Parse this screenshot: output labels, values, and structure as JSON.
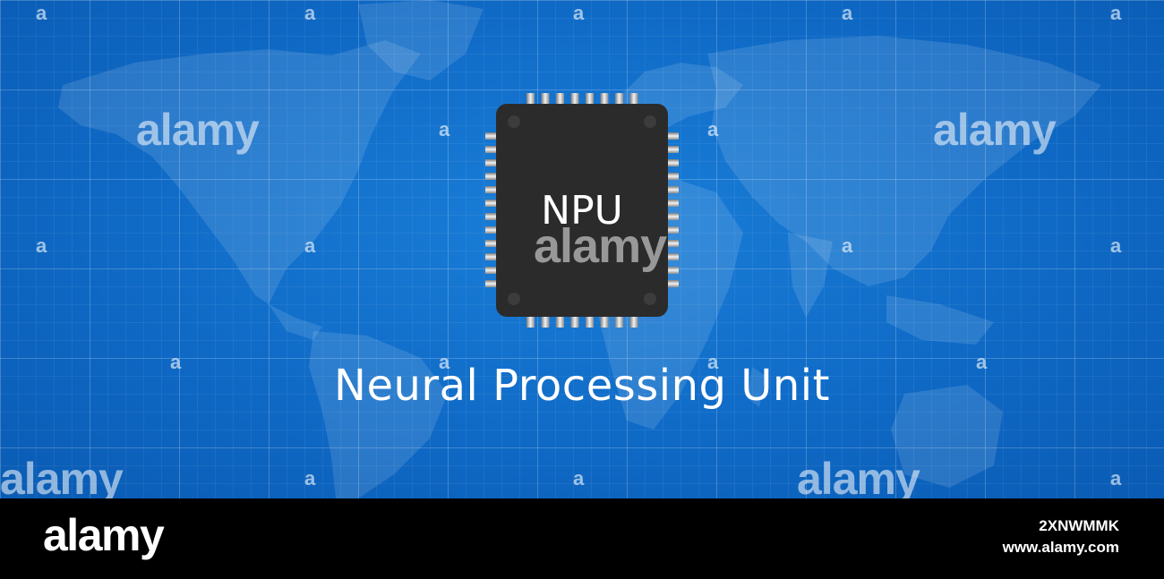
{
  "illustration": {
    "chip_label": "NPU",
    "headline": "Neural Processing Unit",
    "background_color": "#0f6ac6",
    "chip_color": "#2b2b2b"
  },
  "watermark": {
    "word": "alamy",
    "letter": "a"
  },
  "footer": {
    "brand": "alamy",
    "image_id": "2XNWMMK",
    "site": "www.alamy.com"
  }
}
